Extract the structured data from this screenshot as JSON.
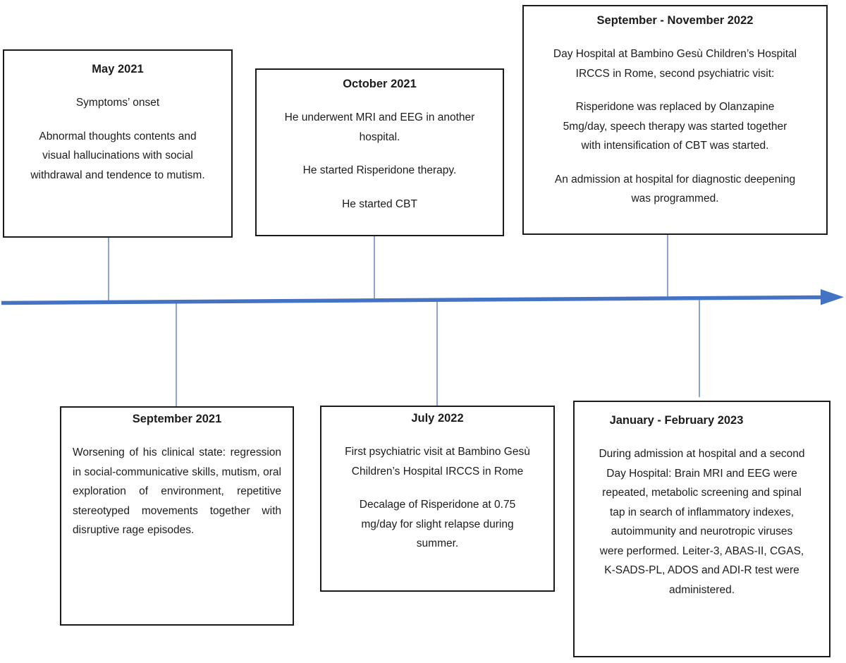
{
  "figure": {
    "type": "timeline",
    "background": "#ffffff",
    "text_color": "#1c1c1c",
    "box_border_color": "#1b1b1b"
  },
  "timeline": {
    "direction": "left-to-right",
    "color": "#4472C4",
    "connector_color": "#8AA4D4"
  },
  "events": [
    {
      "title": "May 2021",
      "position": "above",
      "paragraphs": [
        "Symptoms’ onset",
        "Abnormal thoughts contents and\nvisual hallucinations with social\nwithdrawal and tendence to mutism."
      ]
    },
    {
      "title": "October 2021",
      "position": "above",
      "paragraphs": [
        "He underwent MRI and EEG in another\nhospital.",
        "He started Risperidone therapy.",
        "He started CBT"
      ]
    },
    {
      "title": "September - November 2022",
      "position": "above",
      "paragraphs": [
        "Day Hospital at Bambino Gesù Children’s Hospital\nIRCCS in Rome, second psychiatric visit:",
        "Risperidone was replaced by Olanzapine\n5mg/day, speech therapy was started together\nwith intensification of CBT was started.",
        "An admission at hospital for diagnostic deepening\nwas programmed."
      ]
    },
    {
      "title": "September 2021",
      "position": "below",
      "paragraphs": [
        "Worsening of his clinical state: regression in social-communicative skills, mutism, oral exploration of environment, repetitive stereotyped movements together with disruptive rage episodes."
      ]
    },
    {
      "title": "July 2022",
      "position": "below",
      "paragraphs": [
        "First psychiatric visit at Bambino Gesù\nChildren’s Hospital IRCCS in Rome",
        "Decalage of Risperidone at 0.75\nmg/day for slight relapse during\nsummer."
      ]
    },
    {
      "title": "January - February 2023",
      "position": "below",
      "paragraphs": [
        "During admission at hospital and a second\nDay Hospital: Brain MRI and EEG were\nrepeated, metabolic screening and spinal\ntap in search of inflammatory indexes,\nautoimmunity and neurotropic viruses\nwere performed. Leiter-3, ABAS-II, CGAS,\nK-SADS-PL, ADOS and ADI-R test were\nadministered."
      ]
    }
  ]
}
